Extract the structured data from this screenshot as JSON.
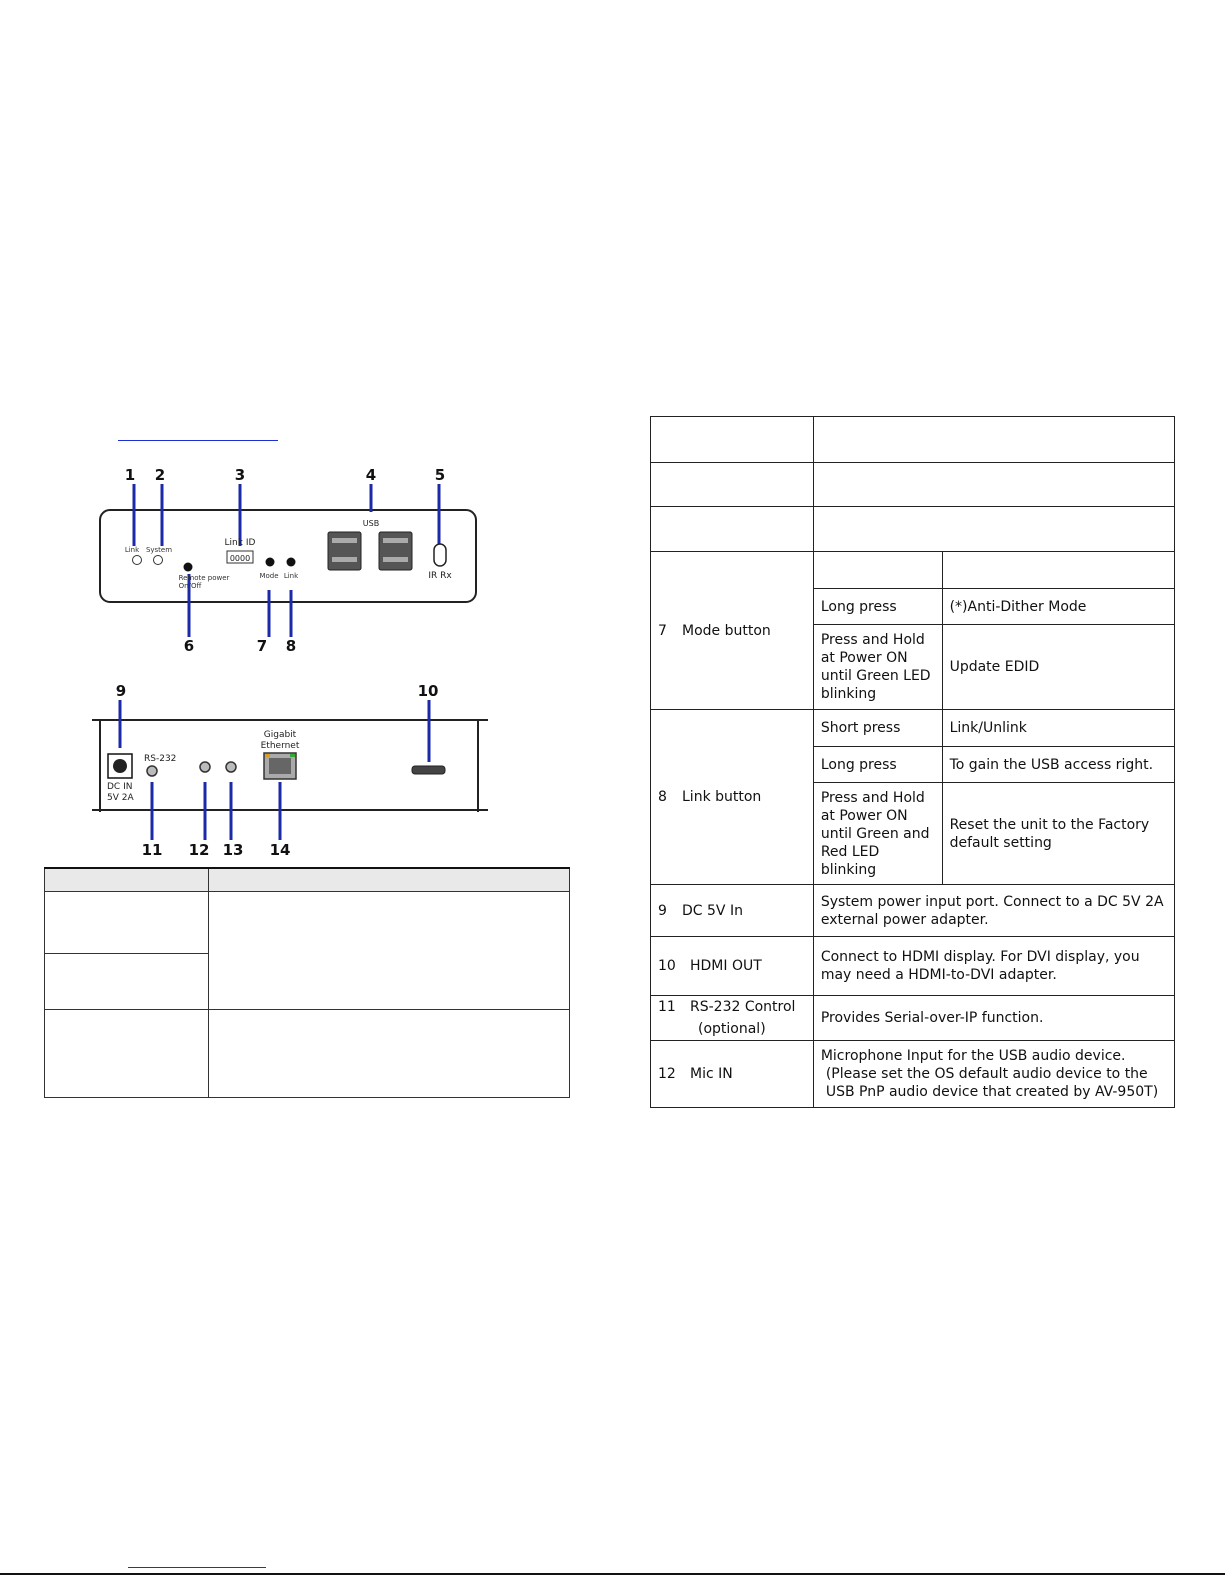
{
  "diagram": {
    "callouts": [
      "1",
      "2",
      "3",
      "4",
      "5",
      "6",
      "7",
      "8",
      "9",
      "10",
      "11",
      "12",
      "13",
      "14"
    ],
    "front_labels": {
      "link": "Link",
      "system": "System",
      "link_id": "Link ID",
      "link_id_digits": "0000",
      "usb": "USB",
      "remote_power_1": "Remote power",
      "remote_power_2": "On/Off",
      "mode": "Mode",
      "link_btn": "Link",
      "ir_rx": "IR Rx"
    },
    "rear_labels": {
      "rs232": "RS-232",
      "gigabit": "Gigabit",
      "ethernet": "Ethernet",
      "dc_in": "DC IN",
      "dc_spec": "5V 2A"
    }
  },
  "right_table": {
    "mode_button": {
      "num": "7",
      "name": "Mode button",
      "rows": [
        {
          "action": "Long press",
          "result": "(*)Anti-Dither Mode"
        },
        {
          "action": "Press and Hold at Power ON until Green LED blinking",
          "result": "Update EDID"
        }
      ]
    },
    "link_button": {
      "num": "8",
      "name": "Link button",
      "rows": [
        {
          "action": "Short press",
          "result": "Link/Unlink"
        },
        {
          "action": "Long press",
          "result": "To gain the USB access right."
        },
        {
          "action": "Press and Hold at Power ON until Green and Red LED blinking",
          "result": "Reset the unit to the Factory default setting"
        }
      ]
    },
    "dc_in": {
      "num": "9",
      "name": "DC 5V In",
      "desc": "System power input port. Connect to a DC 5V 2A external power adapter."
    },
    "hdmi_out": {
      "num": "10",
      "name": "HDMI OUT",
      "desc": "Connect to HDMI display. For DVI display, you may need a HDMI-to-DVI adapter."
    },
    "rs232": {
      "num": "11",
      "name": "RS-232 Control",
      "name2": "(optional)",
      "desc": "Provides Serial-over-IP function."
    },
    "mic_in": {
      "num": "12",
      "name": "Mic IN",
      "desc1": "Microphone Input for the USB audio device.",
      "desc2": "(Please set the OS default audio device to the",
      "desc3": "USB PnP audio device that created by AV-950T)"
    }
  }
}
